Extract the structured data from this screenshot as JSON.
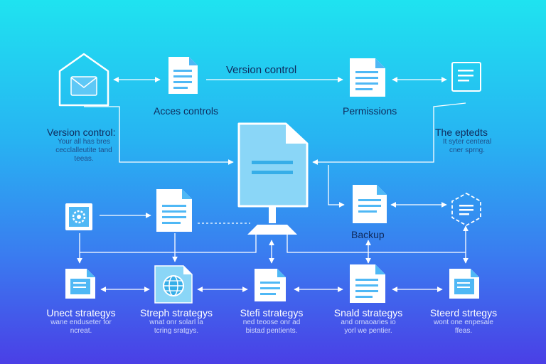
{
  "labels": {
    "version_control_top": "Version control",
    "access_controls": "Acces controls",
    "permissions": "Permissions",
    "version_control_left": "Version control:",
    "version_control_left_desc1": "Your all has bres",
    "version_control_left_desc2": "cecclalleutite tand",
    "version_control_left_desc3": "teeas.",
    "the_epteds": "The eptedts",
    "the_epteds_desc1": "It syter centeral",
    "the_epteds_desc2": "cner sprng.",
    "backup": "Backup",
    "unect_strategys": "Unect strategys",
    "unect_desc1": "wane enduseter for",
    "unect_desc2": "ncreat.",
    "streph_strategys": "Streph strategys",
    "streph_desc1": "wnat onr solarl la",
    "streph_desc2": "tcring sratgys.",
    "stefi_strategys": "Stefi strategys",
    "stefi_desc1": "ned teoose onr ad",
    "stefi_desc2": "bistad pentients.",
    "snald_strategys": "Snald strategys",
    "snald_desc1": "and ornaoaries io",
    "snald_desc2": "yorl we pentier.",
    "steerd_strategys": "Steerd strtegys",
    "steerd_desc1": "wont one enpesale",
    "steerd_desc2": "ffeas."
  },
  "colors": {
    "line": "#ffffff",
    "icon_fill": "#ffffff",
    "icon_accent": "#4fb8f5",
    "central_fill": "#8ad6f7",
    "central_accent": "#36aee8"
  }
}
